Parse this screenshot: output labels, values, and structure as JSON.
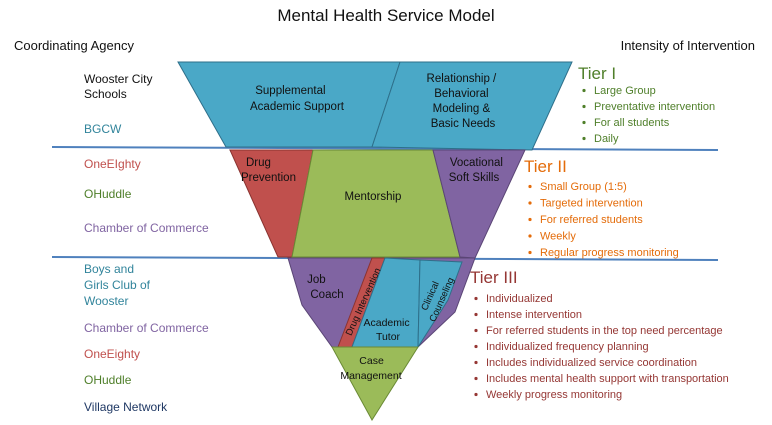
{
  "title": "Mental Health Service Model",
  "left_header": "Coordinating Agency",
  "right_header": "Intensity of Intervention",
  "colors": {
    "teal": "#4aa8c7",
    "red": "#c0504d",
    "green": "#9bbb59",
    "purple": "#8064a2",
    "line": "#4f81bd",
    "tier1": "#4f7f2a",
    "tier2": "#e46c0a",
    "tier3": "#953734",
    "navy": "#1f3864",
    "teal_text": "#31849b"
  },
  "agencies": {
    "tier1": [
      {
        "name": "Wooster City Schools",
        "color": "#111111"
      },
      {
        "name": "BGCW",
        "color": "#31849b"
      }
    ],
    "tier2": [
      {
        "name": "OneEIghty",
        "color": "#c0504d"
      },
      {
        "name": "OHuddle",
        "color": "#4f7f2a"
      },
      {
        "name": "Chamber of Commerce",
        "color": "#8064a2"
      }
    ],
    "tier3": [
      {
        "name": "Boys and Girls Club of Wooster",
        "color": "#31849b"
      },
      {
        "name": "Chamber of Commerce",
        "color": "#8064a2"
      },
      {
        "name": "OneEighty",
        "color": "#c0504d"
      },
      {
        "name": "OHuddle",
        "color": "#4f7f2a"
      },
      {
        "name": "Village Network",
        "color": "#1f3864"
      }
    ]
  },
  "segments": {
    "supplemental": "Supplemental Academic Support",
    "relationship": "Relationship / Behavioral Modeling & Basic Needs",
    "drug_prevention": "Drug Prevention",
    "mentorship": "Mentorship",
    "vocational": "Vocational Soft Skills",
    "job_coach": "Job Coach",
    "drug_intervention": "Drug Intervention",
    "academic_tutor": "Academic Tutor",
    "clinical_counseling": "Clinical Counseling",
    "case_management": "Case Management"
  },
  "tiers": [
    {
      "label": "Tier I",
      "bullets": [
        "Large Group",
        "Preventative intervention",
        "For all students",
        "Daily"
      ]
    },
    {
      "label": "Tier II",
      "bullets": [
        "Small Group (1:5)",
        "Targeted intervention",
        "For referred students",
        "Weekly",
        "Regular progress monitoring"
      ]
    },
    {
      "label": "Tier III",
      "bullets": [
        "Individualized",
        "Intense intervention",
        "For referred students in the top need percentage",
        "Individualized frequency planning",
        "Includes individualized service coordination",
        "Includes mental health support with transportation",
        "Weekly progress monitoring"
      ]
    }
  ]
}
